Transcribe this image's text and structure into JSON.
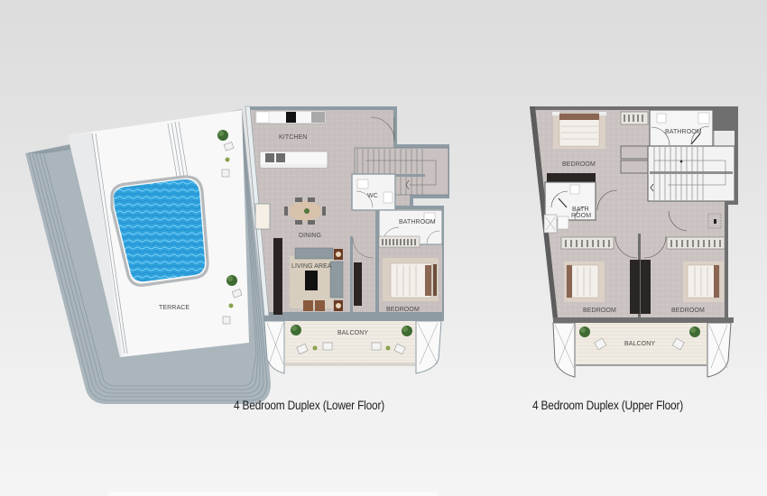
{
  "plans": [
    {
      "id": "lower",
      "caption": "4 Bedroom Duplex (Lower Floor)",
      "rooms": {
        "terrace": "TERRACE",
        "kitchen": "KITCHEN",
        "wc": "WC",
        "bathroom": "BATHROOM",
        "dining": "DINING",
        "living": "LIVING AREA",
        "bedroom": "BEDROOM",
        "balcony": "BALCONY"
      }
    },
    {
      "id": "upper",
      "caption": "4 Bedroom Duplex (Upper Floor)",
      "rooms": {
        "bedroom_nw": "BEDROOM",
        "bathroom": "BATHROOM",
        "bath_room_l1": "BATH",
        "bath_room_l2": "ROOM",
        "bedroom_sw": "BEDROOM",
        "bedroom_se": "BEDROOM",
        "balcony": "BALCONY"
      }
    }
  ],
  "colors": {
    "background": "#e6e6e6",
    "floor": "#c9c2c0",
    "wall_lower": "#8e9ba3",
    "wall_upper": "#6f6f6f",
    "terrace_deck": "#f7f7f7",
    "terrace_steps": "#a9b4bb",
    "pool_water": "#2ea6e0",
    "balcony_deck": "#efe9df",
    "wet_room": "#f5f5f5"
  }
}
